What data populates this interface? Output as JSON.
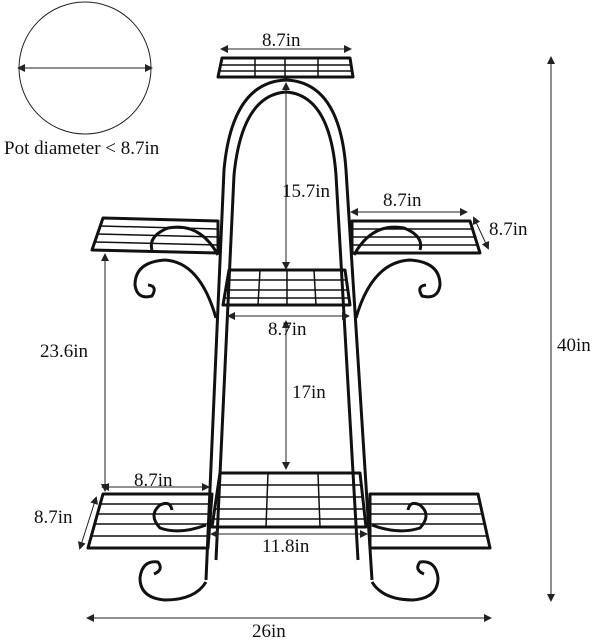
{
  "figure": {
    "pot_label": "Pot diameter < 8.7in",
    "dimensions": {
      "top_width": "8.7in",
      "top_to_middle_height": "15.7in",
      "side_shelf_width": "8.7in",
      "side_shelf_depth": "8.7in",
      "middle_shelf_width": "8.7in",
      "middle_to_bottom_height": "17in",
      "side_height": "23.6in",
      "overall_height": "40in",
      "bottom_side_width": "8.7in",
      "bottom_side_depth": "8.7in",
      "bottom_shelf_width": "11.8in",
      "overall_width": "26in"
    }
  },
  "colors": {
    "metal": "#111111",
    "dimension_line": "#222222",
    "background": "#ffffff"
  }
}
